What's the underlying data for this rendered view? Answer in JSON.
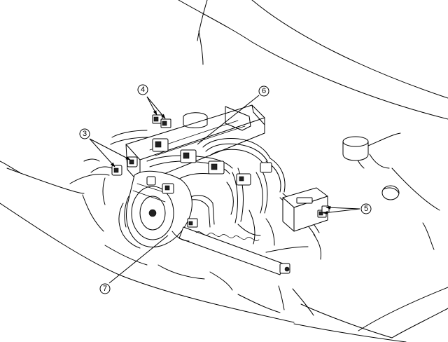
{
  "callouts": [
    {
      "id": "c3",
      "label": "3"
    },
    {
      "id": "c4",
      "label": "4"
    },
    {
      "id": "c5",
      "label": "5"
    },
    {
      "id": "c6",
      "label": "6"
    },
    {
      "id": "c7",
      "label": "7"
    }
  ],
  "colors": {
    "line": "#000000",
    "background": "#ffffff"
  }
}
